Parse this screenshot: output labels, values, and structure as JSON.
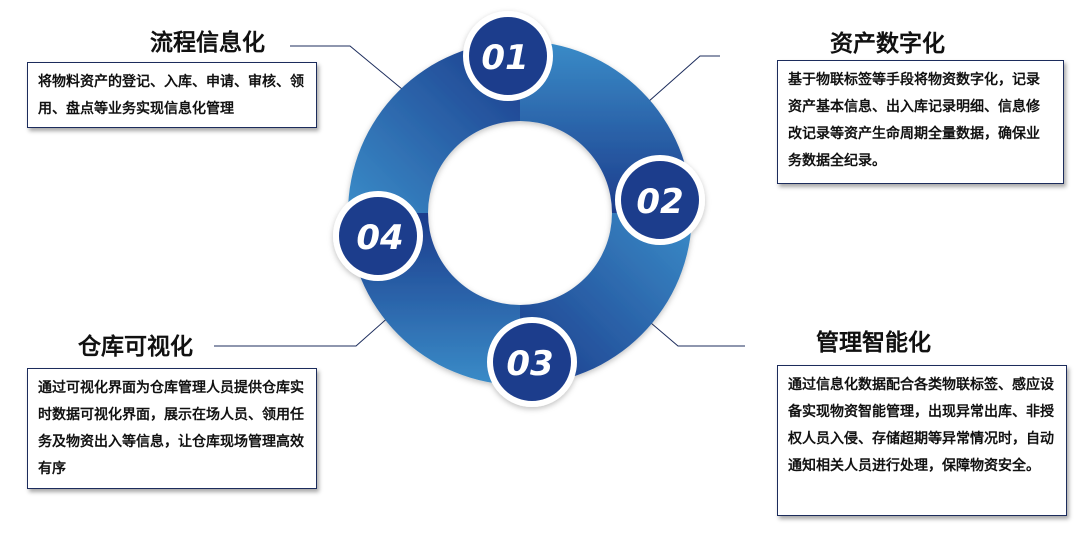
{
  "stages": [
    {
      "number": "01",
      "title": "流程信息化",
      "description": "将物料资产的登记、入库、申请、审核、领用、盘点等业务实现信息化管理"
    },
    {
      "number": "02",
      "title": "资产数字化",
      "description": "基于物联标签等手段将物资数字化，记录资产基本信息、出入库记录明细、信息修改记录等资产生命周期全量数据，确保业务数据全纪录。"
    },
    {
      "number": "03",
      "title": "管理智能化",
      "description": "通过信息化数据配合各类物联标签、感应设备实现物资智能管理，出现异常出库、非授权人员入侵、存储超期等异常情况时，自动通知相关人员进行处理，保障物资安全。"
    },
    {
      "number": "04",
      "title": "仓库可视化",
      "description": "通过可视化界面为仓库管理人员提供仓库实时数据可视化界面，展示在场人员、领用任务及物资出入等信息，让仓库现场管理高效有序"
    }
  ],
  "colors": {
    "ring_dark": "#1c3c8c",
    "ring_mid": "#2a5ba6",
    "ring_light": "#3a8cc8",
    "box_border": "#1c2c5c",
    "line": "#1c2c5c"
  }
}
